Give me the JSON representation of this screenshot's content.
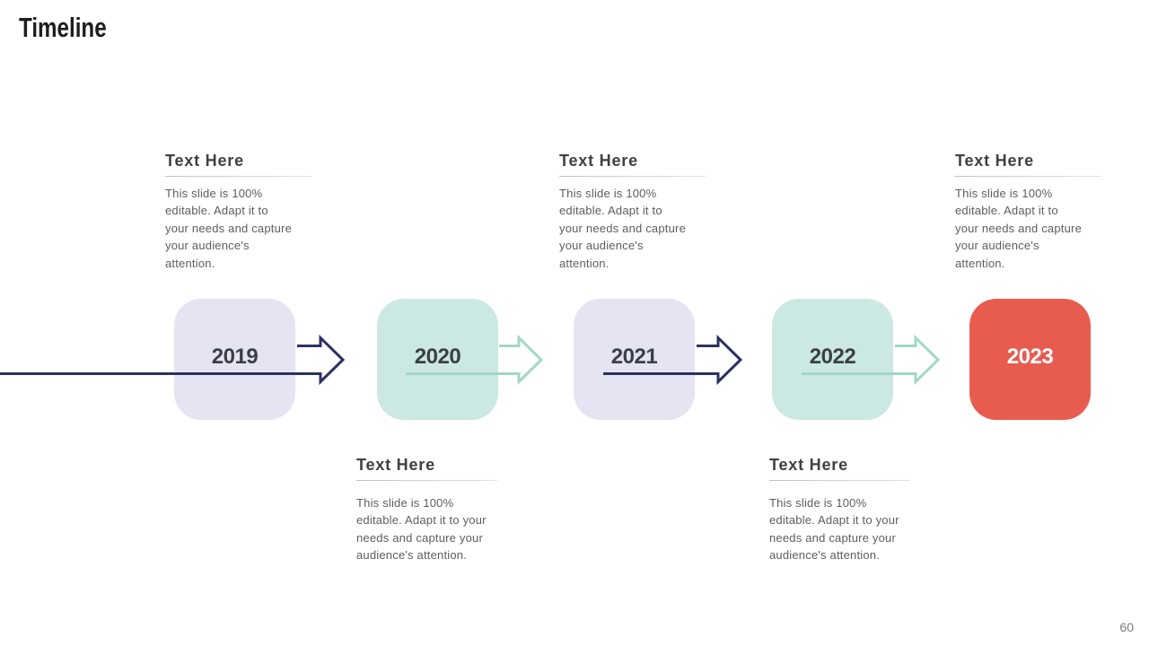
{
  "slide": {
    "title": "Timeline",
    "page_number": "60"
  },
  "colors": {
    "navy": "#2d3162",
    "teal": "#a2d7c8",
    "lavender_fill": "#e5e4f2",
    "mint_fill": "#cbe8e2",
    "red_fill": "#e85c4f",
    "title_text": "#1d1d1d",
    "heading_text": "#3e4142",
    "body_text": "#5d5d5d",
    "year_text": "#3a4046",
    "year_text_inverse": "#ffffff",
    "page_number_text": "#7a7a7a",
    "heading_rule": "#c9c9c9"
  },
  "timeline": {
    "milestones": [
      {
        "year": "2019",
        "box_color": "lavender",
        "text_position": "top",
        "heading": "Text Here",
        "body": "This slide is 100%\neditable. Adapt it to\nyour needs and capture\nyour audience's\nattention."
      },
      {
        "year": "2020",
        "box_color": "mint",
        "text_position": "bottom",
        "heading": "Text Here",
        "body": "This slide is 100%\neditable. Adapt it to your\nneeds and capture your\naudience's attention."
      },
      {
        "year": "2021",
        "box_color": "lavender",
        "text_position": "top",
        "heading": "Text Here",
        "body": "This slide is 100%\neditable. Adapt it to\nyour needs and capture\nyour audience's\nattention."
      },
      {
        "year": "2022",
        "box_color": "mint",
        "text_position": "bottom",
        "heading": "Text Here",
        "body": "This slide is 100%\neditable. Adapt it to your\nneeds and capture your\naudience's attention."
      },
      {
        "year": "2023",
        "box_color": "red",
        "text_position": "top",
        "heading": "Text Here",
        "body": "This slide is 100%\neditable. Adapt it to\nyour needs and capture\nyour audience's\nattention."
      }
    ],
    "arrows": [
      {
        "from": "start",
        "to": "2019",
        "color_name": "navy"
      },
      {
        "from": "2020",
        "to": "2021",
        "color_name": "teal"
      },
      {
        "from": "2021",
        "to": "2022",
        "color_name": "navy"
      },
      {
        "from": "2022",
        "to": "2023",
        "color_name": "teal"
      }
    ]
  }
}
